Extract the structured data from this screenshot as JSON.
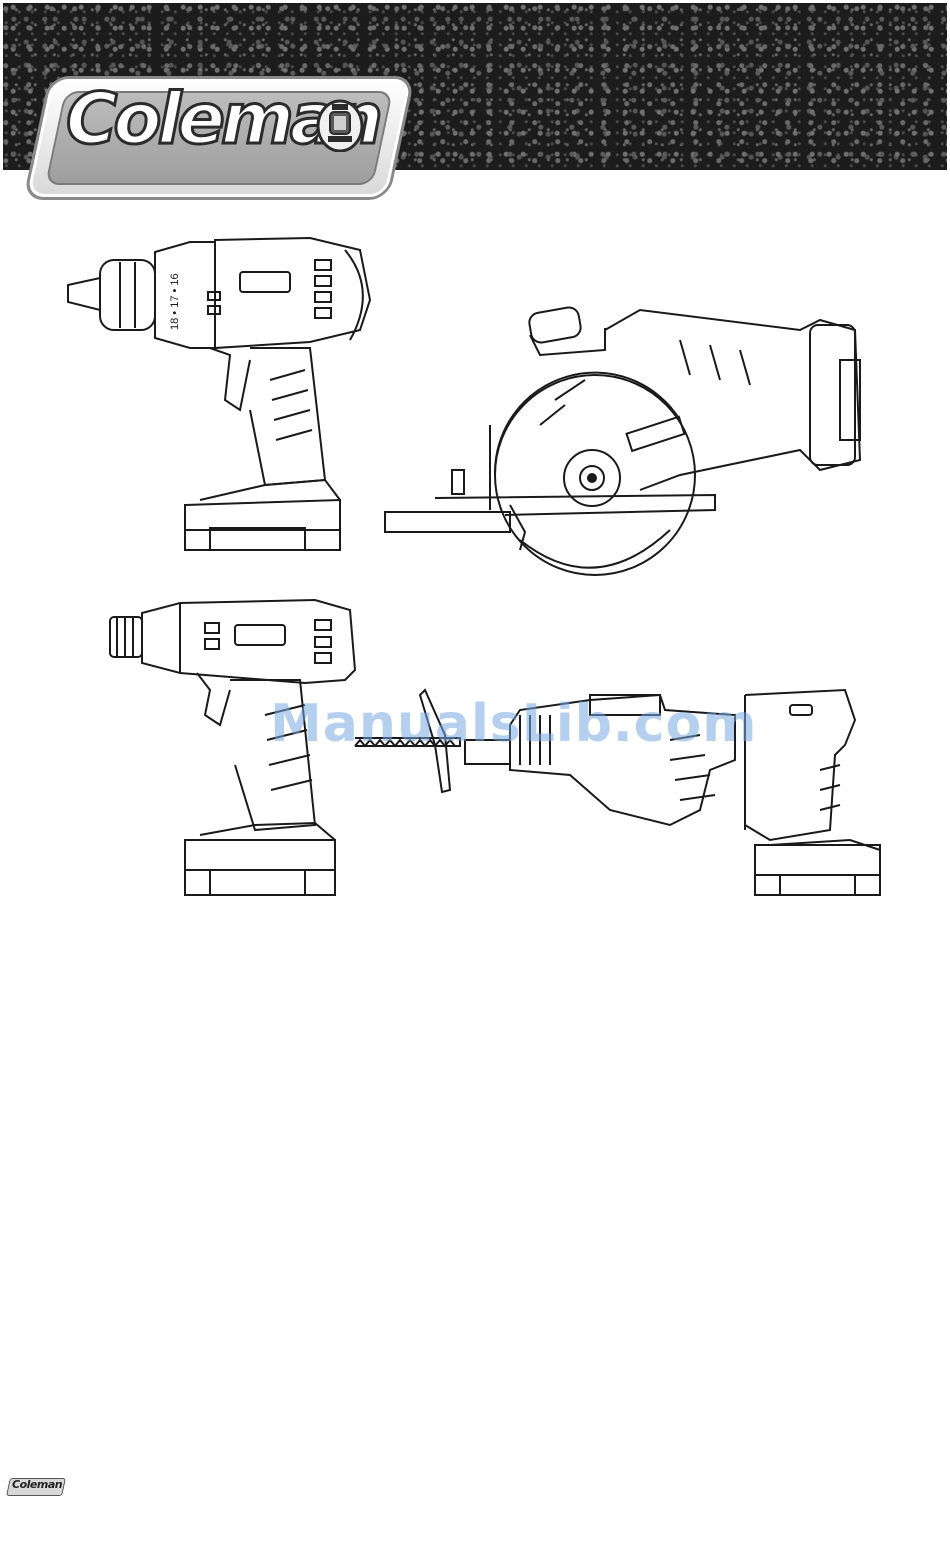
{
  "brand": {
    "logo_text": "Coleman",
    "footer_logo_text": "Coleman"
  },
  "watermark": {
    "text": "ManualsLib.com"
  },
  "illustrations": [
    {
      "name": "cordless-drill"
    },
    {
      "name": "circular-saw"
    },
    {
      "name": "impact-driver"
    },
    {
      "name": "reciprocating-saw"
    }
  ],
  "drill_clutch_marks": "18 • 17 • 16",
  "colors": {
    "header_bg": "#1c1c1c",
    "line_art": "#1a1a1a",
    "watermark": "#78aae1"
  }
}
